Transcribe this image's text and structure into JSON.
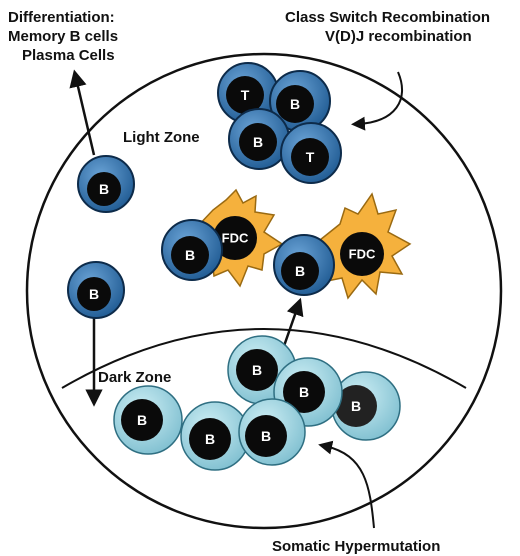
{
  "labels": {
    "differentiation": [
      "Differentiation:",
      "Memory B cells",
      "Plasma Cells"
    ],
    "class_switch": [
      "Class Switch Recombination",
      "V(D)J recombination"
    ],
    "light_zone": "Light Zone",
    "dark_zone": "Dark Zone",
    "somatic": "Somatic Hypermutation"
  },
  "cell_letters": {
    "t": "T",
    "b": "B",
    "fdc": "FDC"
  },
  "colors": {
    "light_cell": "#3d7ab5",
    "dark_cell": "#a8d8e4",
    "nucleus": "#0a0a0a",
    "fdc": "#f5b13d"
  }
}
